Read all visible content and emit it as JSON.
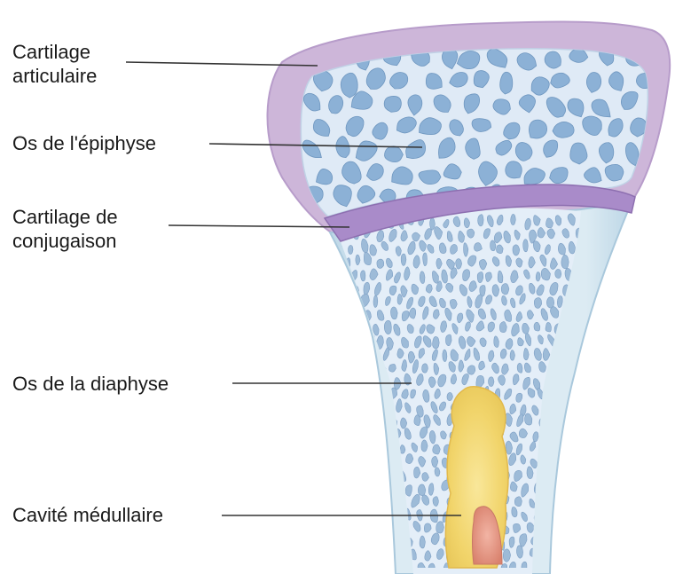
{
  "labels": {
    "cartilage_articulaire_1": "Cartilage",
    "cartilage_articulaire_2": "articulaire",
    "os_epiphyse": "Os de l'épiphyse",
    "cartilage_conjugaison_1": "Cartilage de",
    "cartilage_conjugaison_2": "conjugaison",
    "os_diaphyse": "Os de la diaphyse",
    "cavite_medullaire": "Cavité médullaire"
  },
  "colors": {
    "cartilage": "#cdb6d9",
    "cartilage_edge": "#9f84b8",
    "conjugation_plate": "#a98bc9",
    "epiphysis_trabecula": "#8cb1d6",
    "spongy_bone_bg": "#e4eef8",
    "cortical_bone": "#cfe3ee",
    "marrow": "#f2d774",
    "marrow_core": "#e89a88",
    "leader_line": "#333333"
  }
}
